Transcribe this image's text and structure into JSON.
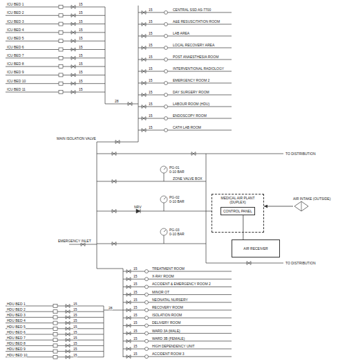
{
  "diagram": {
    "nodes": [
      {
        "text": [
          "MEDICAL AIR PLANT (DUPLEX)"
        ]
      },
      {
        "text": [
          "CONTROL PANEL"
        ],
        "in": 0
      },
      {
        "text": [
          "AIR RECEIVER"
        ]
      },
      {
        "text": [
          "AIR INTAKE (OUTSIDE)"
        ]
      }
    ],
    "edges": [
      {
        "from": 3,
        "to": 0,
        "arrow": "to"
      },
      {
        "from": 1,
        "to": 2,
        "arrow": "none"
      }
    ],
    "labels": [
      "ICU BED 1",
      "15",
      "ICU BED 2",
      "15",
      "ICU BED 3",
      "15",
      "ICU BED 4",
      "15",
      "ICU BED 5",
      "15",
      "ICU BED 6",
      "15",
      "ICU BED 7",
      "15",
      "ICU BED 8",
      "15",
      "ICU BED 9",
      "15",
      "ICU BED 10",
      "15",
      "ICU BED 11",
      "15",
      "28",
      "CENTRAL SSD AS-7700",
      "15",
      "A&E RESUSCITATION ROOM",
      "15",
      "LAB AREA",
      "15",
      "LOCAL RECOVERY AREA",
      "15",
      "POST ANAESTHESIA ROOM",
      "15",
      "INTERVENTIONAL RADIOLOGY",
      "15",
      "EMERGENCY ROOM 2",
      "15",
      "DAY SURGERY ROOM",
      "15",
      "LABOUR ROOM (HDU)",
      "15",
      "ENDOSCOPY ROOM",
      "15",
      "CATH LAB ROOM",
      "15",
      "MAIN ISOLATION VALVE",
      "TO DISTRIBUTION",
      "ZONE VALVE BOX",
      "PG-01",
      "0-10 BAR",
      "PG-02",
      "0-10 BAR",
      "PG-03",
      "0-10 BAR",
      "NRV",
      "EMERGENCY INLET",
      "TO DISTRIBUTION",
      "HDU BED 1",
      "15",
      "HDU BED 2",
      "15",
      "HDU BED 3",
      "15",
      "HDU BED 4",
      "15",
      "HDU BED 5",
      "15",
      "HDU BED 6",
      "15",
      "HDU BED 7",
      "15",
      "HDU BED 8",
      "15",
      "HDU BED 9",
      "15",
      "HDU BED 10",
      "15",
      "28",
      "TREATMENT ROOM",
      "15",
      "X-RAY ROOM",
      "15",
      "ACCIDENT & EMERGENCY ROOM 2",
      "15",
      "MINOR OT",
      "15",
      "NEONATAL NURSERY",
      "15",
      "RECOVERY ROOM",
      "15",
      "ISOLATION ROOM",
      "15",
      "DELIVERY ROOM",
      "15",
      "WARD 3A (MALE)",
      "15",
      "WARD 3B (FEMALE)",
      "15",
      "HIGH DEPENDENCY UNIT",
      "15",
      "ACCIDENT ROOM 3",
      "15"
    ]
  }
}
